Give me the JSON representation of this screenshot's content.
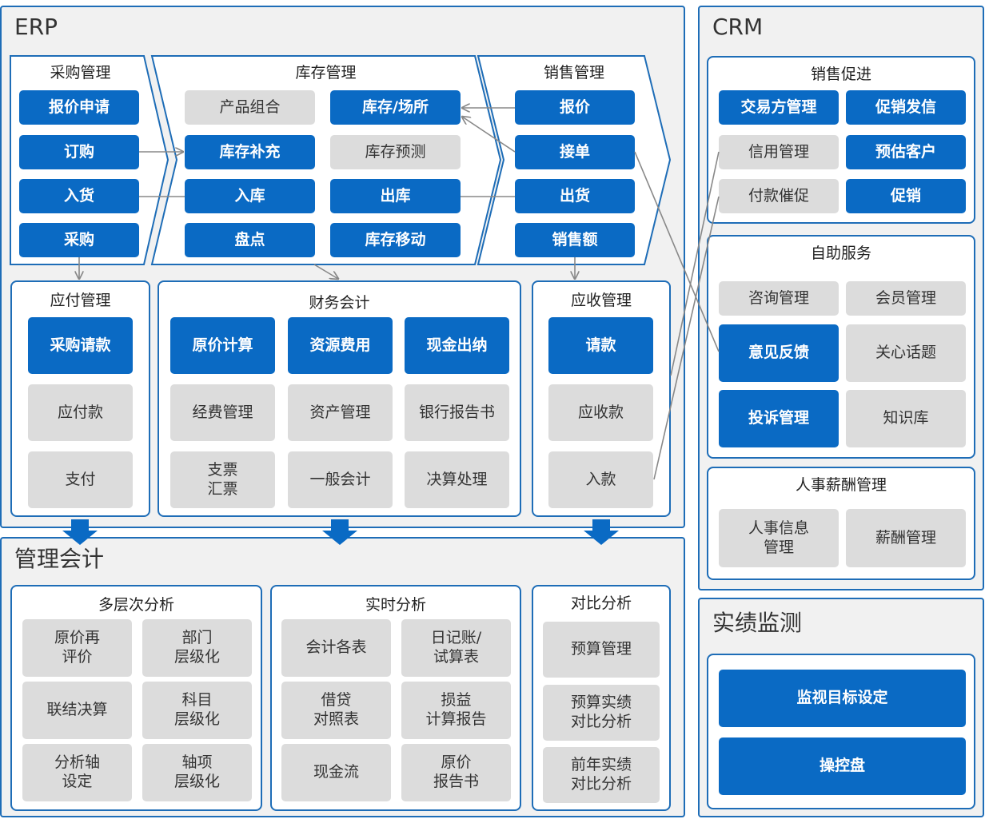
{
  "colors": {
    "accent": "#0a6ac4",
    "border": "#1e6db7",
    "panel_gray": "#dcdcdc",
    "section_bg": "#f1f1f1",
    "connector": "#888888"
  },
  "erp": {
    "title": "ERP",
    "purchase": {
      "title": "采购管理",
      "items": [
        "报价申请",
        "订购",
        "入货",
        "采购"
      ]
    },
    "inventory": {
      "title": "库存管理",
      "items": [
        "产品组合",
        "库存/场所",
        "库存补充",
        "库存预测",
        "入库",
        "出库",
        "盘点",
        "库存移动"
      ]
    },
    "sales": {
      "title": "销售管理",
      "items": [
        "报价",
        "接单",
        "出货",
        "销售额"
      ]
    },
    "payable": {
      "title": "应付管理",
      "items": [
        "采购请款",
        "应付款",
        "支付"
      ]
    },
    "finance": {
      "title": "财务会计",
      "items": [
        "原价计算",
        "资源费用",
        "现金出纳",
        "经费管理",
        "资产管理",
        "银行报告书",
        "支票\n汇票",
        "一般会计",
        "决算处理"
      ]
    },
    "receivable": {
      "title": "应收管理",
      "items": [
        "请款",
        "应收款",
        "入款"
      ]
    }
  },
  "mgmt": {
    "title": "管理会计",
    "multi": {
      "title": "多层次分析",
      "items": [
        "原价再\n评价",
        "部门\n层级化",
        "联结决算",
        "科目\n层级化",
        "分析轴\n设定",
        "轴项\n层级化"
      ]
    },
    "realtime": {
      "title": "实时分析",
      "items": [
        "会计各表",
        "日记账/\n试算表",
        "借贷\n对照表",
        "损益\n计算报告",
        "现金流",
        "原价\n报告书"
      ]
    },
    "compare": {
      "title": "对比分析",
      "items": [
        "预算管理",
        "预算实绩\n对比分析",
        "前年实绩\n对比分析"
      ]
    }
  },
  "crm": {
    "title": "CRM",
    "promo": {
      "title": "销售促进",
      "items": [
        "交易方管理",
        "促销发信",
        "信用管理",
        "预估客户",
        "付款催促",
        "促销"
      ]
    },
    "self": {
      "title": "自助服务",
      "items": [
        "咨询管理",
        "会员管理",
        "意见反馈",
        "关心话题",
        "投诉管理",
        "知识库"
      ]
    },
    "hr": {
      "title": "人事薪酬管理",
      "items": [
        "人事信息\n管理",
        "薪酬管理"
      ]
    }
  },
  "perf": {
    "title": "实绩监测",
    "items": [
      "监视目标设定",
      "操控盘"
    ]
  }
}
